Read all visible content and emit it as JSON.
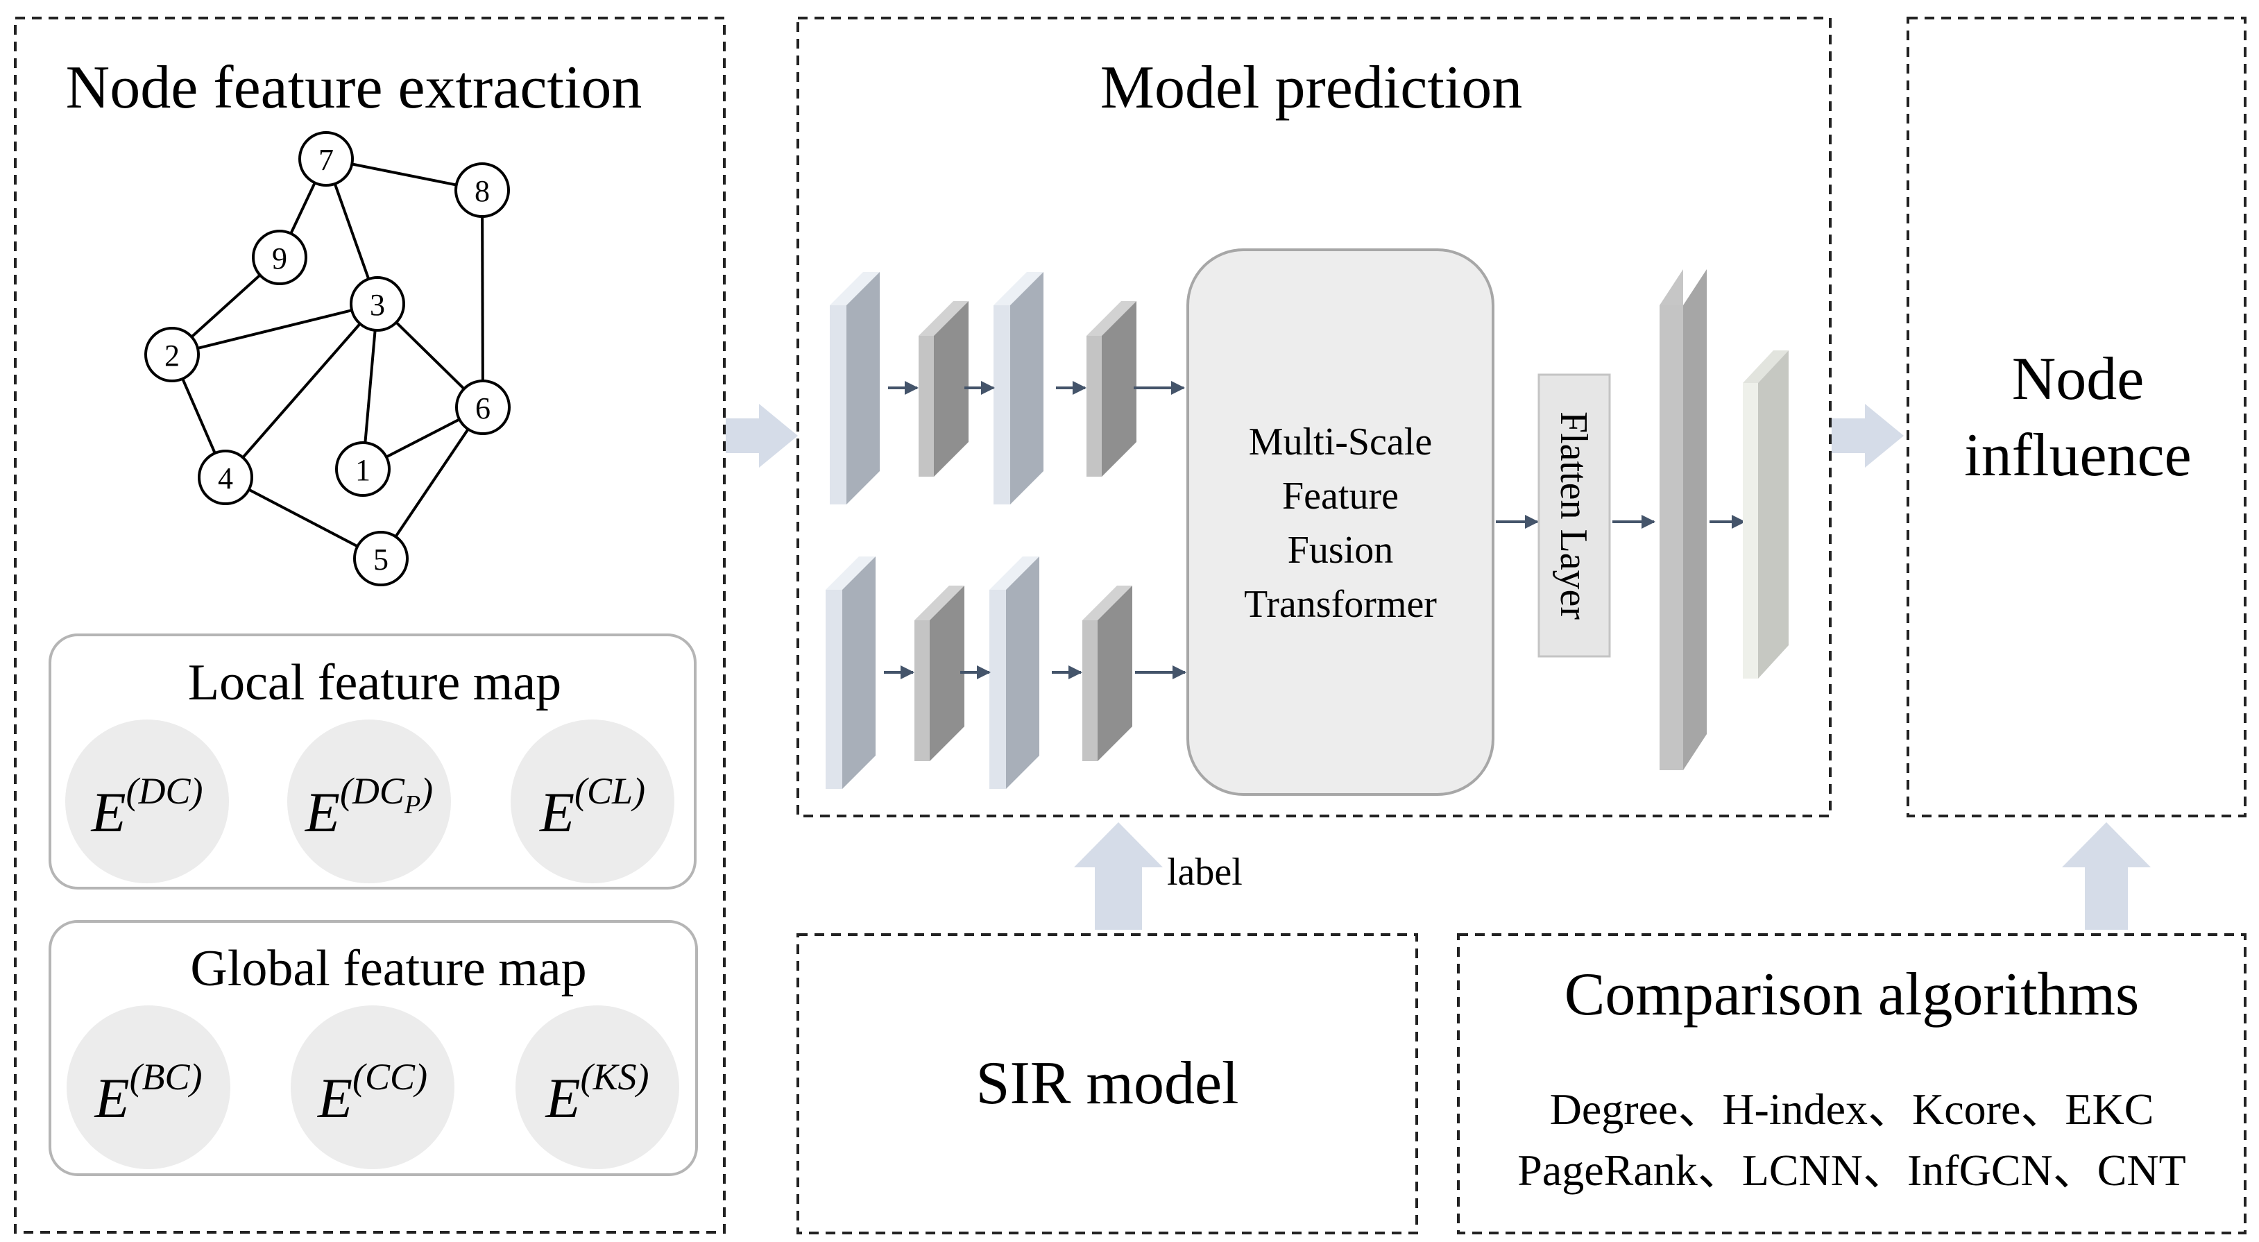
{
  "panels": {
    "node_feature_extraction": {
      "title": "Node feature extraction"
    },
    "model_prediction": {
      "title": "Model prediction"
    },
    "node_influence": {
      "line1": "Node",
      "line2": "influence"
    },
    "sir_model": {
      "title": "SIR model"
    },
    "comparison": {
      "title": "Comparison algorithms",
      "line1": "Degree、H-index、Kcore、EKC",
      "line2": "PageRank、LCNN、InfGCN、CNT"
    }
  },
  "graph": {
    "nodes": [
      "1",
      "2",
      "3",
      "4",
      "5",
      "6",
      "7",
      "8",
      "9"
    ]
  },
  "local_feature_map": {
    "title": "Local feature map",
    "features": [
      {
        "base": "E",
        "sup": "(DC)",
        "sub": ""
      },
      {
        "base": "E",
        "sup": "(DC",
        "sub": "P",
        "close": ")"
      },
      {
        "base": "E",
        "sup": "(CL)",
        "sub": ""
      }
    ]
  },
  "global_feature_map": {
    "title": "Global feature map",
    "features": [
      {
        "base": "E",
        "sup": "(BC)"
      },
      {
        "base": "E",
        "sup": "(CC)"
      },
      {
        "base": "E",
        "sup": "(KS)"
      }
    ]
  },
  "model": {
    "transformer": {
      "line1": "Multi-Scale",
      "line2": "Feature",
      "line3": "Fusion",
      "line4": "Transformer"
    },
    "flatten_label": "Flatten Layer",
    "label_text": "label"
  },
  "colors": {
    "dash": "#222222",
    "big_arrow": "#d5dce8",
    "small_arrow": "#44546a",
    "map_border": "#b5b5b5",
    "feature_circle": "#ececec",
    "transformer_fill": "#ededed"
  }
}
